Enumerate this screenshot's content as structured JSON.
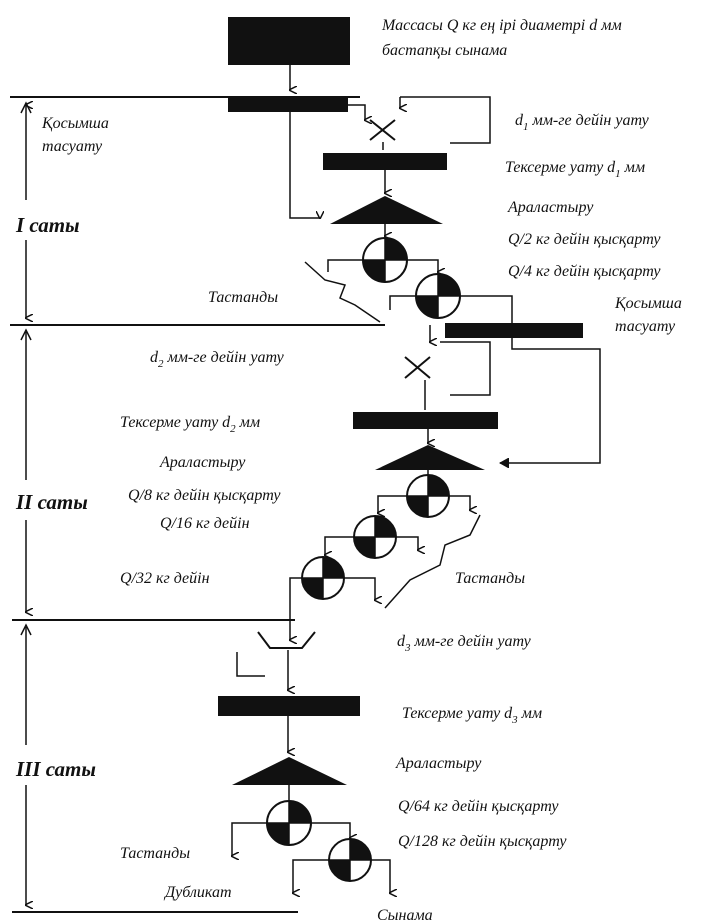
{
  "initial_sample": {
    "line1": "Массасы  Q кг ең ірі диаметрі d мм",
    "line2": "бастапқы сынама"
  },
  "stage1": {
    "title": "І саты",
    "extra_screening": [
      "Қосымша",
      "тасуату"
    ],
    "crush": {
      "prefix": "d",
      "sub": "1",
      "suffix": " мм-ге дейін уату"
    },
    "check_screen": {
      "prefix": "Тексерме уату d",
      "sub": "1",
      "suffix": " мм"
    },
    "mixing": "Араластыру",
    "reduce1": "Q/2 кг дейін қысқарту",
    "reduce2": "Q/4 кг дейін қысқарту",
    "reject": "Тастанды"
  },
  "stage2": {
    "title": "ІІ саты",
    "extra_screening": [
      "Қосымша",
      "тасуату"
    ],
    "crush": {
      "prefix": "d",
      "sub": "2",
      "suffix": " мм-ге дейін уату"
    },
    "check_screen": {
      "prefix": "Тексерме уату d",
      "sub": "2",
      "suffix": " мм"
    },
    "mixing": "Араластыру",
    "reduce1": "Q/8 кг дейін қысқарту",
    "reduce2": "Q/16 кг дейін",
    "reduce3": "Q/32 кг дейін",
    "reject": "Тастанды"
  },
  "stage3": {
    "title": "ІІІ саты",
    "crush": {
      "prefix": "d",
      "sub": "3",
      "suffix": " мм-ге дейін уату"
    },
    "check_screen": {
      "prefix": "Тексерме уату d",
      "sub": "3",
      "suffix": " мм"
    },
    "mixing": "Араластыру",
    "reduce1": "Q/64 кг дейін қысқарту",
    "reduce2": "Q/128 кг дейін қысқарту",
    "reject": "Тастанды",
    "duplicate": "Дубликат",
    "sample": "Сынама"
  }
}
